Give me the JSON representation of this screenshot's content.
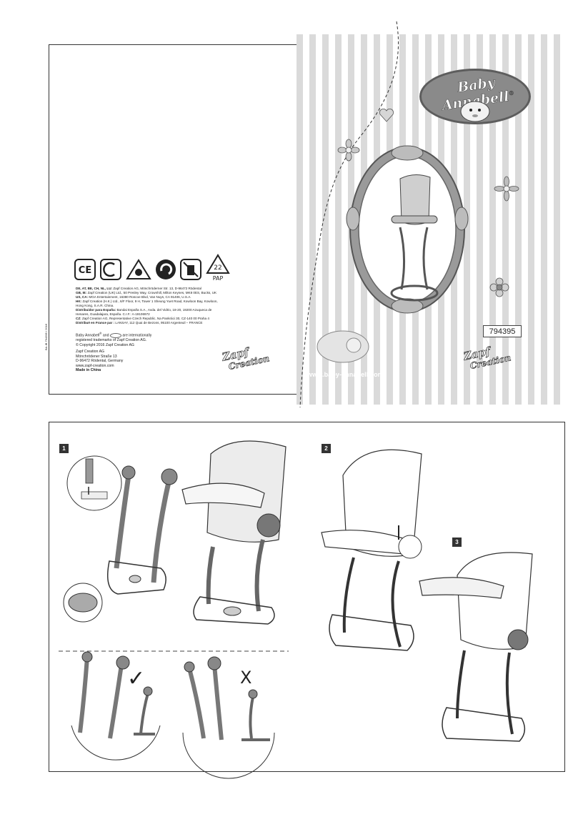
{
  "manufacturer_addresses": [
    {
      "label": "DE, AT, BE, CH, NL, LU:",
      "text": "Zapf Creation AG, Mönchröderner Str. 13, D-96472 Rödental"
    },
    {
      "label": "GB, IE:",
      "text": "Zapf Creation (UK) Ltd., 50 Presley Way, Crownhill, Milton Keynes, MK8 0ES, Bucks, UK"
    },
    {
      "label": "US, CA:",
      "text": "MGA Entertainment, 16380 Roscoe Blvd, Van Nuys, CA 91406, U.S.A."
    },
    {
      "label": "HK:",
      "text": "Zapf Creation (H.K.) Ltd., 6/F Floor, 9 H, Tower 1 Sheung Yuet Road, Kowloon Bay, Kowloon, Hong Kong, S.A.R. China."
    },
    {
      "label": "Distribuidor para España:",
      "text": "Bandai España S.A., Avda. del Vidrio, 18-20, 19200 Azuqueca de Henares, Guadalajara, España. C.I.F.: A-19106972"
    },
    {
      "label": "CZ:",
      "text": "Zapf Creation AG, Representative Czech Republic, Na Pankráci 30, CZ-140 00 Praha 4"
    },
    {
      "label": "Distribué en France par :",
      "text": "LANSAY, 112 Quai de Bezons, 95100 Argenteuil – FRANCE"
    }
  ],
  "trademark": {
    "line1_a": "Baby Annabell",
    "line1_b": " and ",
    "line1_c": " are internationally",
    "line2": "registered trademarks of Zapf Creation AG.",
    "line3": "© Copyright 2016 Zapf Creation AG"
  },
  "company_address": [
    "Zapf Creation AG",
    "Mönchrödener Straße 13",
    "D-96472 Rödental, Germany",
    "www.zapf-creation.com"
  ],
  "made_in": "Made in China",
  "side_code": "BA-IB 794395 / 2016",
  "recycling": {
    "number": "22",
    "label": "PAP"
  },
  "compliance_mark": "CE",
  "brand": {
    "name": "Baby Annabell",
    "registered": "®"
  },
  "article_number": "794395",
  "website": "www.baby-annabell.com",
  "zapf_logo": {
    "line1": "Zapf",
    "line2": "Creation",
    "registered": "®"
  },
  "steps": [
    {
      "number": "1"
    },
    {
      "number": "2"
    },
    {
      "number": "3"
    }
  ],
  "assembly_marks": {
    "correct": "✓",
    "incorrect": "X"
  },
  "colors": {
    "stripe": "#dadada",
    "frame": "#8f8f8f",
    "outline": "#333333"
  }
}
